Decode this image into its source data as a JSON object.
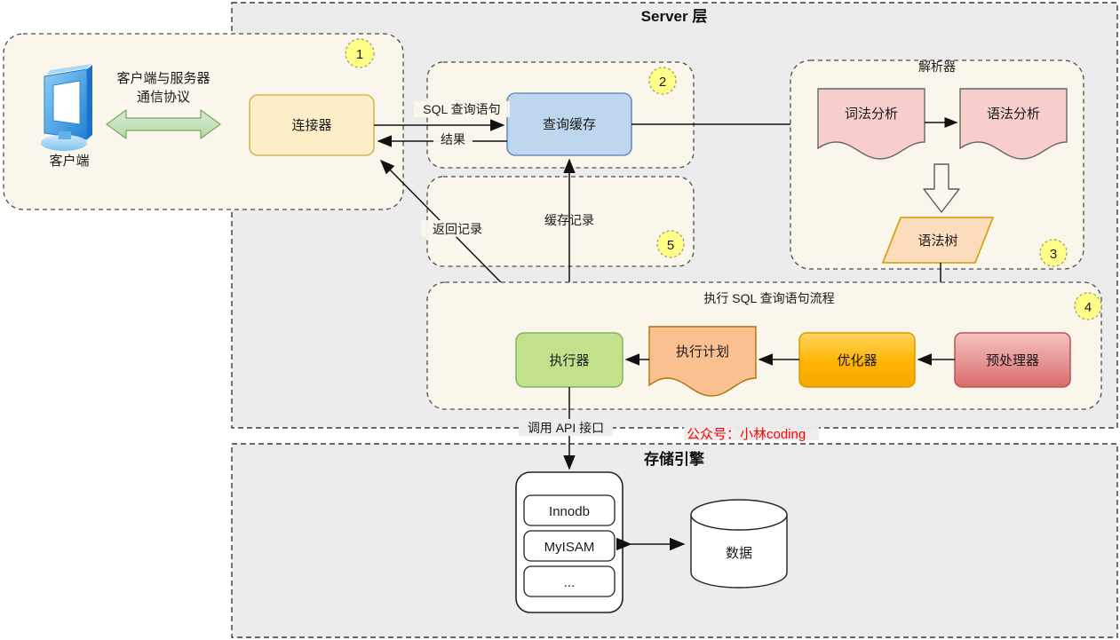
{
  "layers": {
    "server": {
      "title": "Server 层"
    },
    "storage": {
      "title": "存储引擎"
    }
  },
  "watermark": {
    "text": "公众号：小林coding",
    "color": "#ff0000"
  },
  "groups": {
    "client_group": {
      "badge": "1"
    },
    "cache_group": {
      "badge": "2"
    },
    "parser_group": {
      "title": "解析器",
      "badge": "3"
    },
    "exec_group": {
      "title": "执行 SQL 查询语句流程",
      "badge": "4"
    },
    "cacherec_group": {
      "badge": "5"
    }
  },
  "nodes": {
    "client": {
      "label": "客户端",
      "icon": "monitor-icon"
    },
    "connector": {
      "label": "连接器",
      "fill": "#fcefc8",
      "stroke": "#d6b656"
    },
    "query_cache": {
      "label": "查询缓存",
      "fill": "#bdd7ee",
      "stroke": "#6c8ebf"
    },
    "lexical": {
      "label": "词法分析",
      "fill": "#f8cecc",
      "stroke": "#666666"
    },
    "syntax": {
      "label": "语法分析",
      "fill": "#f8cecc",
      "stroke": "#666666"
    },
    "syntax_tree": {
      "label": "语法树",
      "fill": "#fbdcbd",
      "stroke": "#d79b00"
    },
    "preprocessor": {
      "label": "预处理器",
      "fill": "#f3a6a6",
      "stroke": "#b85450"
    },
    "optimizer": {
      "label": "优化器",
      "fill": "#ffb200",
      "stroke": "#d79b00"
    },
    "exec_plan": {
      "label": "执行计划",
      "fill": "#fac090",
      "stroke": "#b0700a"
    },
    "executor": {
      "label": "执行器",
      "fill": "#c3e08b",
      "stroke": "#82b366"
    },
    "engine_box": {
      "items": [
        "Innodb",
        "MyISAM",
        "..."
      ]
    },
    "data_cylinder": {
      "label": "数据"
    }
  },
  "edges": {
    "client_protocol": {
      "line1": "客户端与服务器",
      "line2": "通信协议"
    },
    "sql_query": {
      "label": "SQL 查询语句"
    },
    "result": {
      "label": "结果"
    },
    "cache_record": {
      "label": "缓存记录"
    },
    "return_record": {
      "label": "返回记录"
    },
    "call_api": {
      "label": "调用 API 接口"
    }
  }
}
